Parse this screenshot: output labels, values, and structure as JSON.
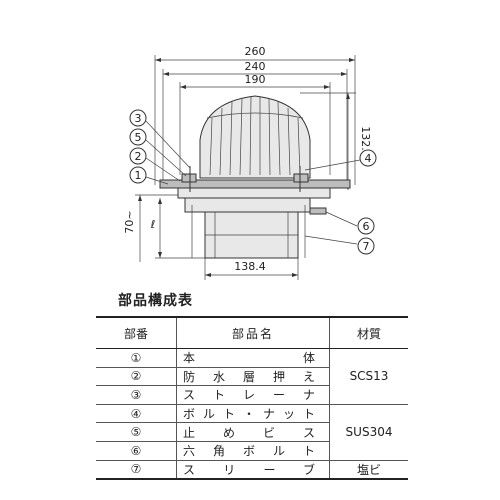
{
  "drawing": {
    "dimensions": {
      "overall_width": "260",
      "mid_width": "240",
      "strainer_width": "190",
      "height": "132.0",
      "sleeve_width": "138.4",
      "depth_range": "70~",
      "sleeve_length": "ℓ"
    },
    "callouts": [
      "3",
      "5",
      "2",
      "1",
      "4",
      "6",
      "7"
    ]
  },
  "table": {
    "title": "部品構成表",
    "headers": {
      "no": "部番",
      "name": "部品名",
      "material": "材質"
    },
    "rows": [
      {
        "no": "①",
        "name": "本　体"
      },
      {
        "no": "②",
        "name": "防水層押え"
      },
      {
        "no": "③",
        "name": "ストレーナ"
      },
      {
        "no": "④",
        "name": "ボルト・ナット"
      },
      {
        "no": "⑤",
        "name": "止めビス"
      },
      {
        "no": "⑥",
        "name": "六角ボルト"
      },
      {
        "no": "⑦",
        "name": "スリーブ"
      }
    ],
    "materials": [
      {
        "label": "SCS13",
        "span": 3
      },
      {
        "label": "SUS304",
        "span": 3
      },
      {
        "label": "塩ビ",
        "span": 1
      }
    ]
  }
}
